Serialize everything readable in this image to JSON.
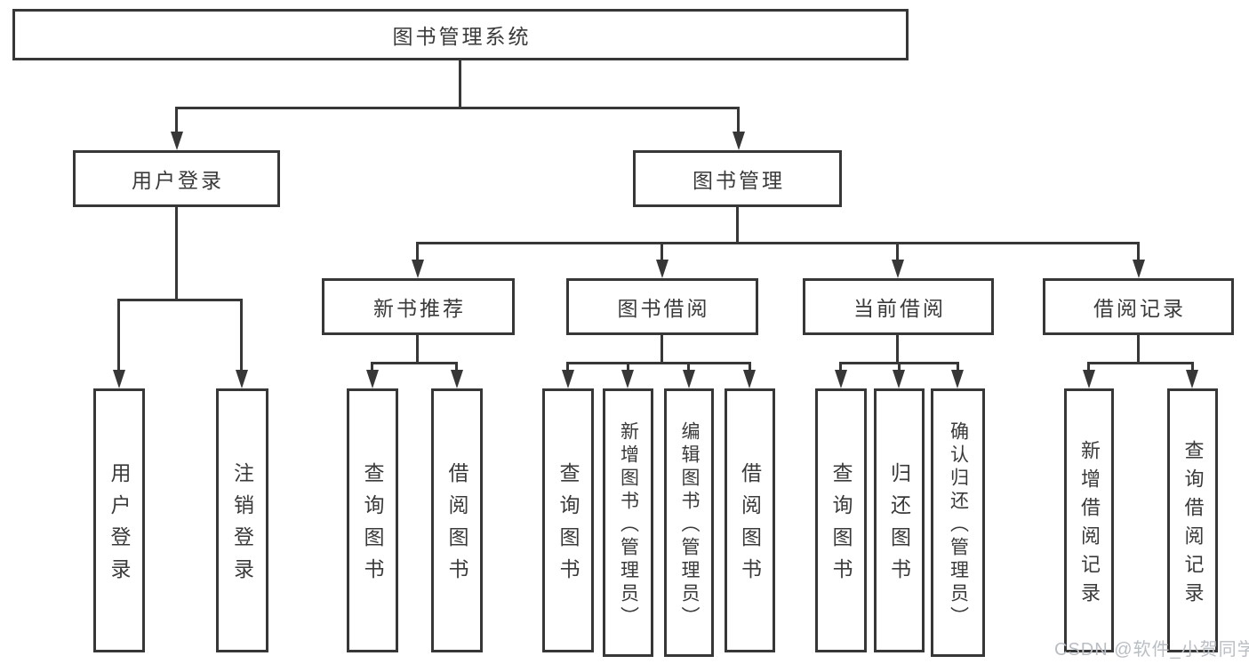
{
  "colors": {
    "line": "#373737",
    "box_border": "#373737",
    "text": "#3a3a3a",
    "background": "#ffffff",
    "watermark": "#b9bec4"
  },
  "watermark": {
    "text": "CSDN @软件_小贺同学"
  },
  "tree": {
    "root": {
      "label": "图书管理系统"
    },
    "branches": [
      {
        "label": "用户登录",
        "children": [
          {
            "label": "用户登录"
          },
          {
            "label": "注销登录"
          }
        ]
      },
      {
        "label": "图书管理",
        "children": [
          {
            "label": "新书推荐",
            "children": [
              {
                "label": "查询图书"
              },
              {
                "label": "借阅图书"
              }
            ]
          },
          {
            "label": "图书借阅",
            "children": [
              {
                "label": "查询图书"
              },
              {
                "label": "新增图书（管理员）"
              },
              {
                "label": "编辑图书（管理员）"
              },
              {
                "label": "借阅图书"
              }
            ]
          },
          {
            "label": "当前借阅",
            "children": [
              {
                "label": "查询图书"
              },
              {
                "label": "归还图书"
              },
              {
                "label": "确认归还（管理员）"
              }
            ]
          },
          {
            "label": "借阅记录",
            "children": [
              {
                "label": "新增借阅记录"
              },
              {
                "label": "查询借阅记录"
              }
            ]
          }
        ]
      }
    ]
  }
}
